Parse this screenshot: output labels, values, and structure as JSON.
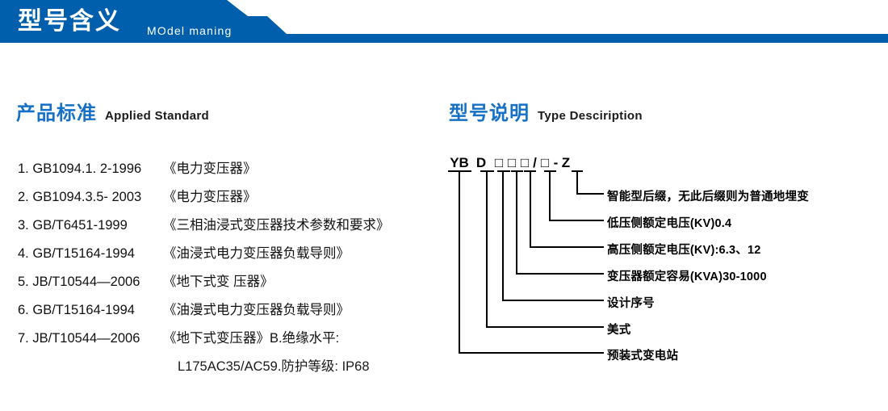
{
  "header": {
    "title_cn": "型号含义",
    "title_en": "MOdel maning",
    "bar_color": "#005FAC"
  },
  "sections": {
    "standards": {
      "heading_cn": "产品标准",
      "heading_en": "Applied Standard",
      "heading_color": "#1570C6",
      "items": [
        {
          "index": "1.",
          "code": "GB1094.1. 2-1996",
          "name": "《电力变压器》"
        },
        {
          "index": "2.",
          "code": "GB1094.3.5- 2003",
          "name": "《电力变压器》"
        },
        {
          "index": "3.",
          "code": "GB/T6451-1999",
          "name": "《三相油浸式变压器技术参数和要求》"
        },
        {
          "index": "4.",
          "code": "GB/T15164-1994",
          "name": "《油浸式电力变压器负载导则》"
        },
        {
          "index": "5.",
          "code": "JB/T10544—2006",
          "name": "《地下式变 压器》"
        },
        {
          "index": "6.",
          "code": "GB/T15164-1994",
          "name": "《油漫式电力变压器负载导则》"
        },
        {
          "index": "7.",
          "code": "JB/T10544—2006",
          "name": "《地下式变压器》B.绝缘水平:"
        }
      ],
      "continuation": "L175AC35/AC59.防护等级: IP68"
    },
    "type_description": {
      "heading_cn": "型号说明",
      "heading_en": "Type Desciription",
      "heading_color": "#1570C6",
      "code_tokens": [
        "YB",
        "D",
        "□",
        "□",
        "□",
        "/",
        "□",
        "-",
        "Z"
      ],
      "labels": [
        "智能型后缀，无此后缀则为普通地埋变",
        "低压侧额定电压(KV)0.4",
        "高压侧额定电压(KV):6.3、12",
        "变压器额定容易(KVA)30-1000",
        "设计序号",
        "美式",
        "预装式变电站"
      ]
    }
  }
}
